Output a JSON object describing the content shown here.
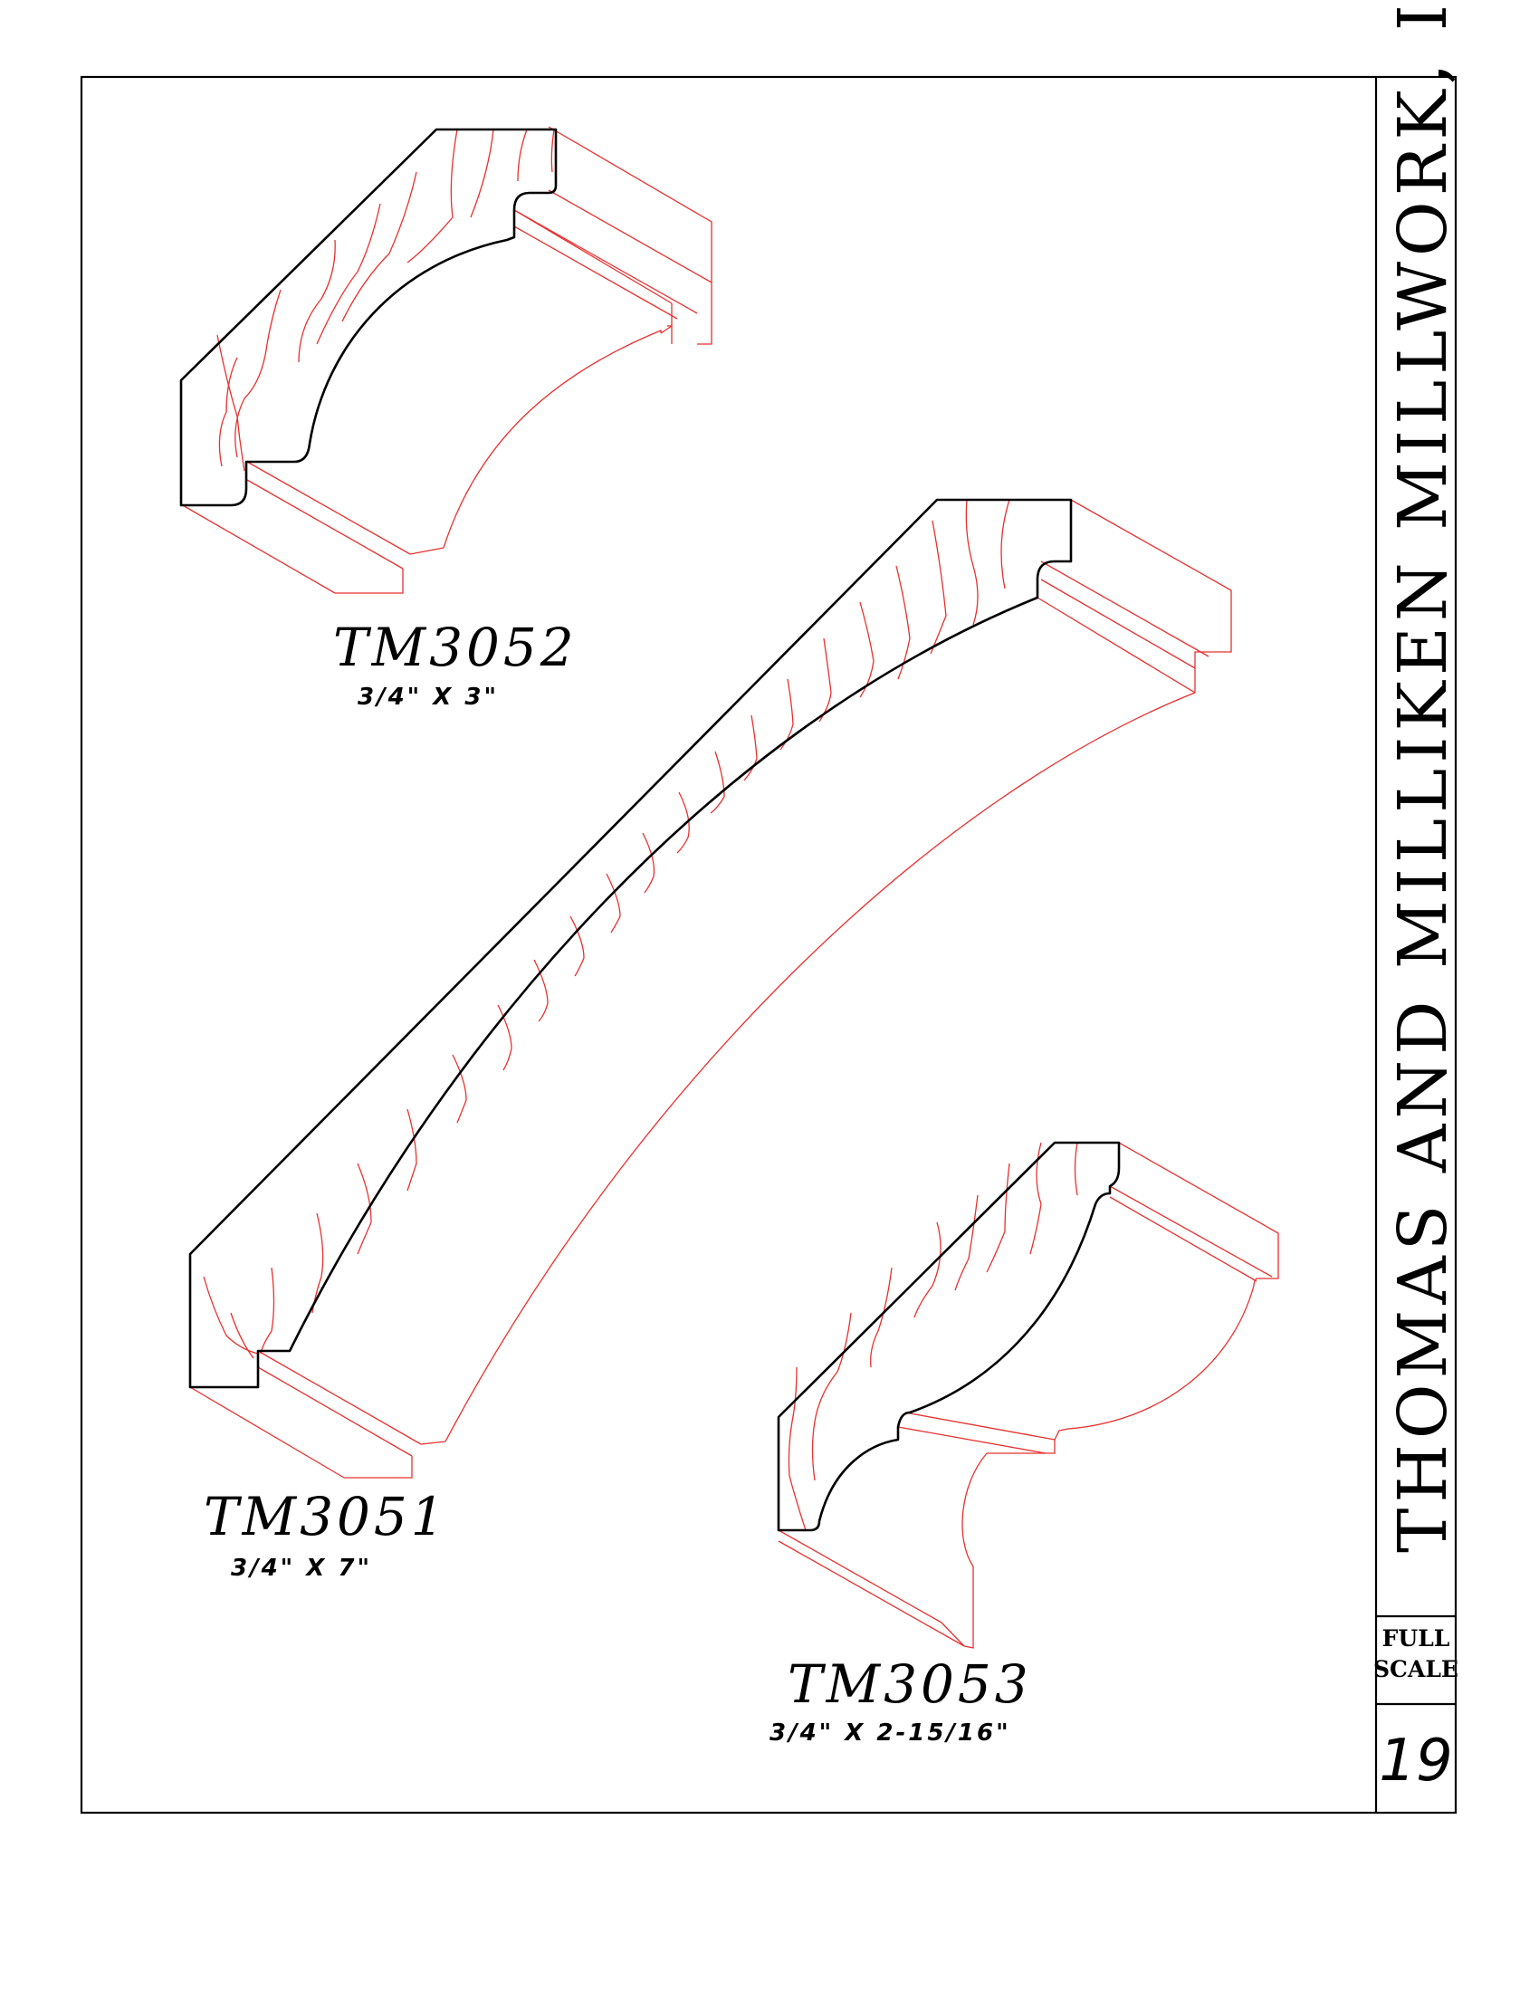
{
  "company": "THOMAS AND MILLIKEN MILLWORK, INC.",
  "scale_label": [
    "FULL",
    "SCALE"
  ],
  "page_number": "19",
  "colors": {
    "profile": "#000000",
    "wood_grain": "#e8312f",
    "background": "#ffffff"
  },
  "profiles": [
    {
      "code": "TM3052",
      "size": "3/4\"  X 3\""
    },
    {
      "code": "TM3051",
      "size": "3/4\"  X 7\""
    },
    {
      "code": "TM3053",
      "size": "3/4\"  X 2-15/16\""
    }
  ]
}
